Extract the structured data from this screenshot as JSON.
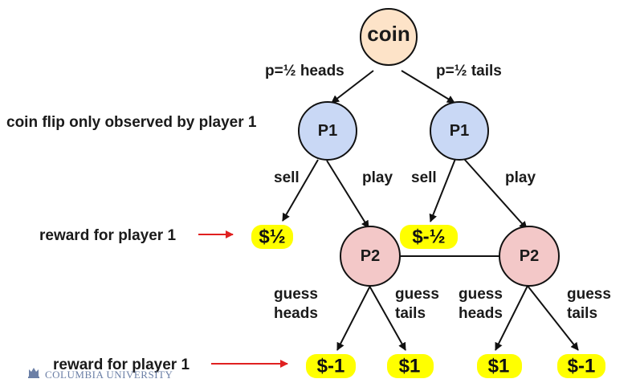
{
  "colors": {
    "coin_fill": "#fde3c8",
    "p1_fill": "#c9d8f5",
    "p2_fill": "#f3c8c8",
    "highlight": "#ffff00",
    "arrow_red": "#e02020",
    "logo": "#6b7fa6"
  },
  "nodes": {
    "coin": "coin",
    "p1_left": "P1",
    "p1_right": "P1",
    "p2_left": "P2",
    "p2_right": "P2"
  },
  "edges": {
    "heads": "p=½ heads",
    "tails": "p=½ tails",
    "sell_left": "sell",
    "play_left": "play",
    "sell_right": "sell",
    "play_right": "play",
    "guess_heads_left_1": "guess",
    "guess_heads_left_2": "heads",
    "guess_tails_left_1": "guess",
    "guess_tails_left_2": "tails",
    "guess_heads_right_1": "guess",
    "guess_heads_right_2": "heads",
    "guess_tails_right_1": "guess",
    "guess_tails_right_2": "tails"
  },
  "annotations": {
    "observed_note": "coin flip only observed by player 1",
    "reward_note_top": "reward for player 1",
    "reward_note_bottom": "reward for player 1"
  },
  "rewards": {
    "sell_heads": "$½",
    "sell_tails": "$-½",
    "leaf_1": "$-1",
    "leaf_2": "$1",
    "leaf_3": "$1",
    "leaf_4": "$-1"
  },
  "logo": {
    "icon": "crown-icon",
    "text": "COLUMBIA UNIVERSITY"
  }
}
